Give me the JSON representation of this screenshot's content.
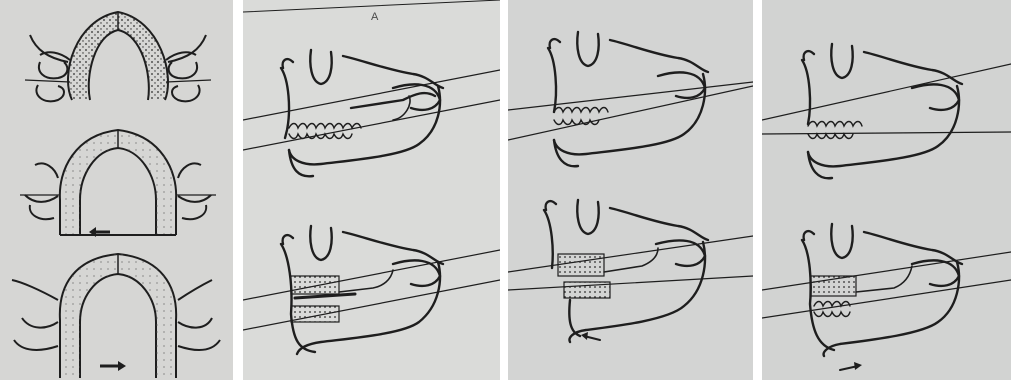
{
  "panels": [
    {
      "name": "palatal-expansion-stages",
      "paper_color": "#d6d6d4"
    },
    {
      "name": "mandibular-rotation-a",
      "label": "A",
      "paper_color": "#dadbd9"
    },
    {
      "name": "mandibular-rotation-b",
      "paper_color": "#d3d4d3"
    },
    {
      "name": "mandibular-rotation-c",
      "paper_color": "#d2d3d2"
    }
  ],
  "colors": {
    "ink": "#1e1e1e",
    "stipple": "#3a3a3a"
  }
}
